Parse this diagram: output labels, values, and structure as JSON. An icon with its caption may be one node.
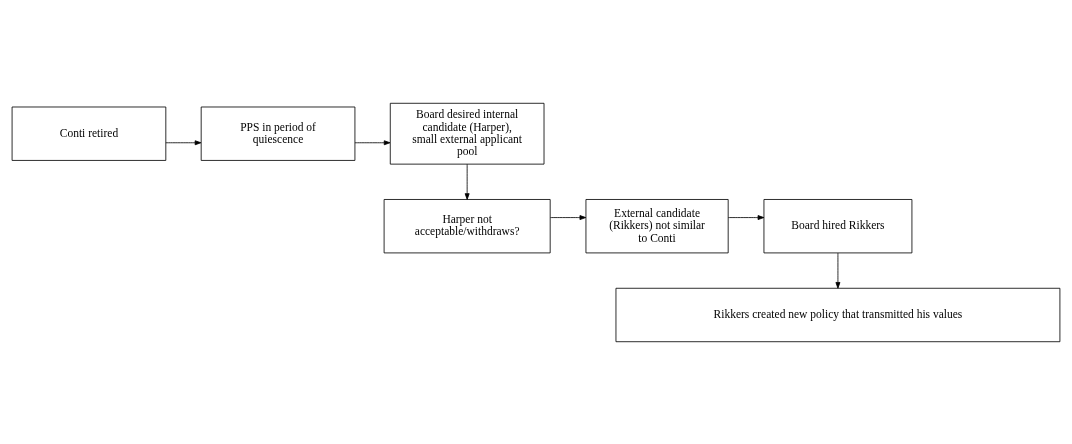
{
  "diagram": {
    "nodes": [
      {
        "text": [
          "Conti retired"
        ]
      },
      {
        "text": [
          "PPS in period of quiescence"
        ]
      },
      {
        "text": [
          "Board desired internal candidate (Harper), small external applicant pool"
        ]
      },
      {
        "text": [
          "Harper not acceptable/withdraws?"
        ]
      },
      {
        "text": [
          "External candidate (Rikkers) not similar to Conti"
        ]
      },
      {
        "text": [
          "Board hired Rikkers"
        ]
      },
      {
        "text": [
          "Rikkers created new policy that transmitted his values"
        ]
      }
    ],
    "edges": [
      {
        "from": 0,
        "to": 1,
        "arrow": "to"
      },
      {
        "from": 1,
        "to": 2,
        "arrow": "to"
      },
      {
        "from": 2,
        "to": 3,
        "arrow": "to"
      },
      {
        "from": 3,
        "to": 4,
        "arrow": "to"
      },
      {
        "from": 4,
        "to": 5,
        "arrow": "to"
      },
      {
        "from": 5,
        "to": 6,
        "arrow": "to"
      }
    ]
  }
}
